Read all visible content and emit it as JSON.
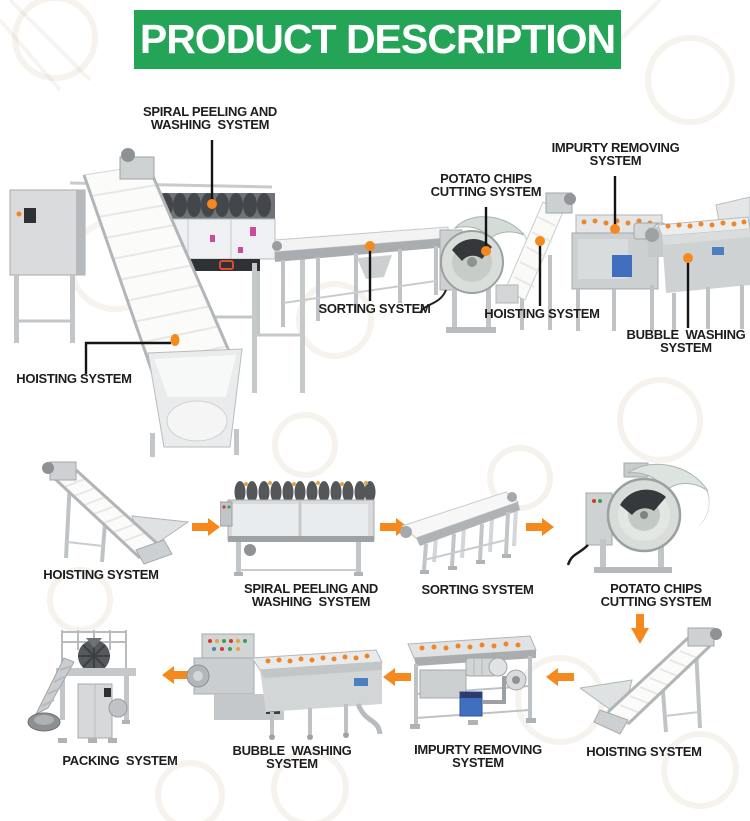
{
  "banner": {
    "title": "PRODUCT DESCRIPTION",
    "bg_color": "#23a457",
    "text_color": "#ffffff"
  },
  "colors": {
    "arrow_orange": "#f5891d",
    "callout_dot_orange": "#f5891d",
    "label_text": "#1d1d1d"
  },
  "line_diagram": {
    "callouts": {
      "spiral_peeling": {
        "line1": "SPIRAL PEELING AND",
        "line2": "WASHING  SYSTEM"
      },
      "potato_chips": {
        "line1": "POTATO CHIPS",
        "line2": "CUTTING SYSTEM"
      },
      "impurity_removing": {
        "line1": "IMPURTY REMOVING",
        "line2": "SYSTEM"
      },
      "sorting": {
        "line1": "SORTING SYSTEM",
        "line2": ""
      },
      "hoisting_right": {
        "line1": "HOISTING SYSTEM",
        "line2": ""
      },
      "bubble_washing": {
        "line1": "BUBBLE  WASHING",
        "line2": "SYSTEM"
      },
      "hoisting_left": {
        "line1": "HOISTING SYSTEM",
        "line2": ""
      }
    }
  },
  "flow": {
    "steps": [
      {
        "id": "hoisting-1",
        "line1": "HOISTING SYSTEM",
        "line2": ""
      },
      {
        "id": "spiral-peeling",
        "line1": "SPIRAL PEELING AND",
        "line2": "WASHING  SYSTEM"
      },
      {
        "id": "sorting",
        "line1": "SORTING SYSTEM",
        "line2": ""
      },
      {
        "id": "potato-cutting",
        "line1": "POTATO CHIPS",
        "line2": "CUTTING SYSTEM"
      },
      {
        "id": "hoisting-2",
        "line1": "HOISTING SYSTEM",
        "line2": ""
      },
      {
        "id": "impurity-removing",
        "line1": "IMPURTY REMOVING",
        "line2": "SYSTEM"
      },
      {
        "id": "bubble-washing",
        "line1": "BUBBLE  WASHING",
        "line2": "SYSTEM"
      },
      {
        "id": "packing",
        "line1": "PACKING  SYSTEM",
        "line2": ""
      }
    ]
  }
}
